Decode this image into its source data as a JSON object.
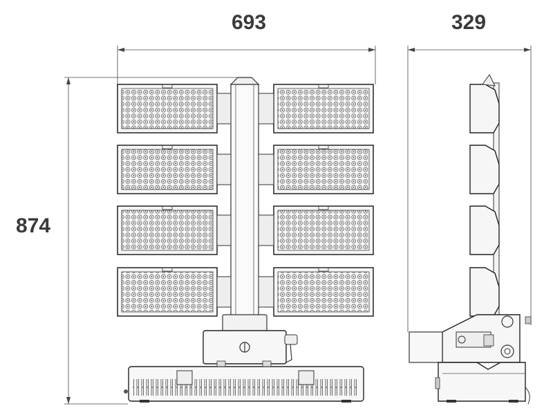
{
  "dimensions": {
    "front_width": "693",
    "side_depth": "329",
    "height": "874"
  },
  "views": {
    "front": {
      "modules_per_column": 4,
      "columns": 2
    },
    "side": {
      "modules": 4
    }
  },
  "colors": {
    "line": "#333333",
    "dim_text": "#3a3a3a",
    "panel_fill": "#f4f4f4"
  }
}
